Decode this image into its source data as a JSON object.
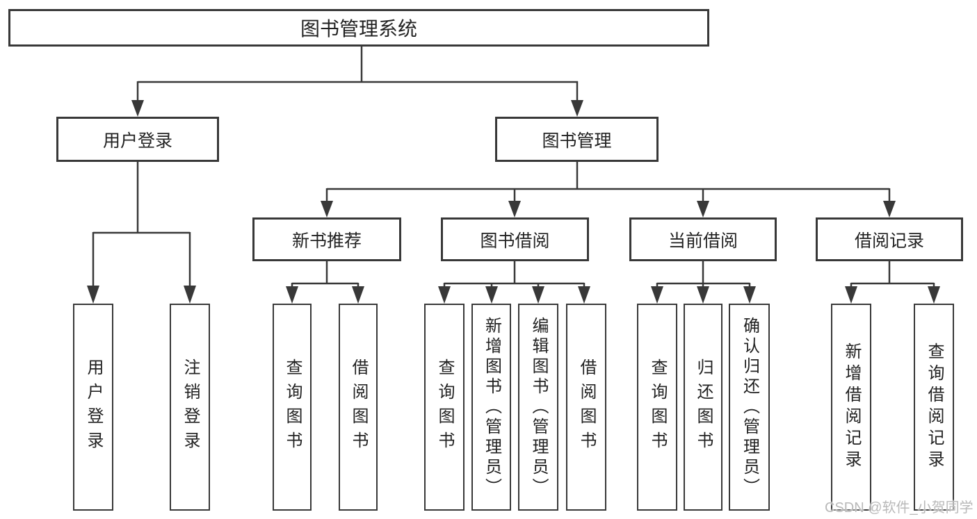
{
  "diagram": {
    "root": {
      "label": "图书管理系统"
    },
    "user_login": {
      "label": "用户登录",
      "children": [
        "用户登录",
        "注销登录"
      ]
    },
    "book_management": {
      "label": "图书管理"
    },
    "new_book_recommend": {
      "label": "新书推荐",
      "children": [
        "查询图书",
        "借阅图书"
      ]
    },
    "book_borrowing": {
      "label": "图书借阅",
      "children": [
        "查询图书",
        "新增图书（管理员）",
        "编辑图书（管理员）",
        "借阅图书"
      ]
    },
    "current_borrowing": {
      "label": "当前借阅",
      "children": [
        "查询图书",
        "归还图书",
        "确认归还（管理员）"
      ]
    },
    "borrowing_records": {
      "label": "借阅记录",
      "children": [
        "新增借阅记录",
        "查询借阅记录"
      ]
    }
  },
  "watermark": {
    "text": "CSDN @软件_小贺同学"
  },
  "colors": {
    "line": "#383838",
    "text": "#222222",
    "watermark": "#b9b9b9",
    "background": "#ffffff"
  }
}
